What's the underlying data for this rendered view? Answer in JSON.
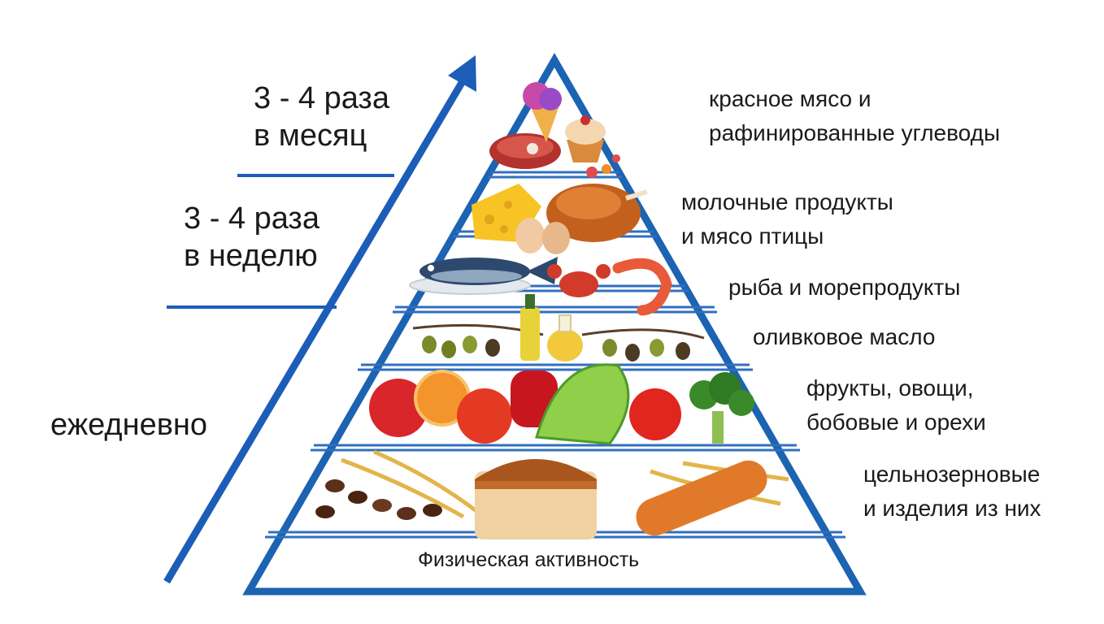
{
  "frequency_labels": {
    "monthly_line1": "3 - 4 раза",
    "monthly_line2": "в месяц",
    "weekly_line1": "3 - 4 раза",
    "weekly_line2": "в неделю",
    "daily": "ежедневно"
  },
  "tiers": [
    {
      "line1": "красное мясо и",
      "line2": "рафинированные углеводы"
    },
    {
      "line1": "молочные продукты",
      "line2": "и мясо птицы"
    },
    {
      "line1": "рыба и морепродукты"
    },
    {
      "line1": "оливковое масло"
    },
    {
      "line1": "фрукты, овощи,",
      "line2": "бобовые и орехи"
    },
    {
      "line1": "цельнозерновые",
      "line2": "и изделия из них"
    }
  ],
  "base_label": "Физическая активность",
  "colors": {
    "pyramid_outline": "#1c63b2",
    "shelf_line": "#2f6fbf",
    "arrow": "#1c5db8",
    "text": "#1a1a1a"
  },
  "icons": {
    "tier1": [
      "steak-icon",
      "ice-cream-icon",
      "cupcake-icon",
      "candy-icon"
    ],
    "tier2": [
      "cheese-icon",
      "roast-chicken-icon",
      "egg-icon"
    ],
    "tier3": [
      "fish-icon",
      "crab-icon",
      "shrimp-icon"
    ],
    "tier4": [
      "olive-branch-icon",
      "olive-oil-bottle-icon"
    ],
    "tier5": [
      "apple-icon",
      "orange-icon",
      "pepper-icon",
      "lettuce-icon",
      "tomato-icon",
      "broccoli-icon"
    ],
    "tier6": [
      "bread-loaf-icon",
      "wheat-icon",
      "beans-icon",
      "baguette-icon"
    ]
  }
}
